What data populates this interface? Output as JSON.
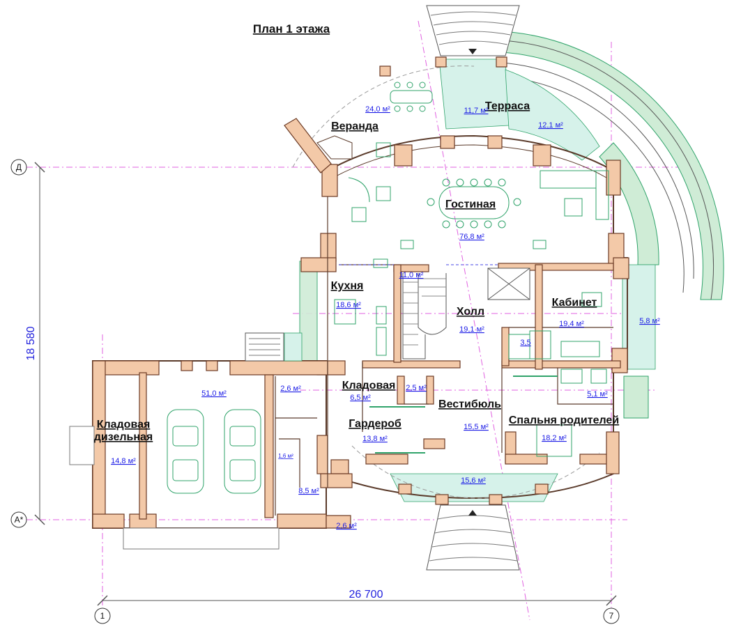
{
  "title": "План 1 этажа",
  "rooms": {
    "veranda": {
      "name": "Веранда",
      "area": "24,0 м²"
    },
    "terrace": {
      "name": "Терраса",
      "area_left": "11,7 м²",
      "area_right": "12,1 м²"
    },
    "living": {
      "name": "Гостиная",
      "area": "76,8 м²"
    },
    "kitchen": {
      "name": "Кухня",
      "area": "18,6 м²"
    },
    "hall": {
      "name": "Холл",
      "area": "19,1 м²",
      "stair_area": "11,0 м²"
    },
    "cabinet": {
      "name": "Кабинет",
      "area": "19,4 м²"
    },
    "storage": {
      "name": "Кладовая",
      "area": "6,5 м²"
    },
    "vestibule": {
      "name": "Вестибюль",
      "area": "15,5 м²"
    },
    "wardrobe": {
      "name": "Гардероб",
      "area": "13,8 м²"
    },
    "bedroom": {
      "name": "Спальня родителей",
      "area": "18,2 м²"
    },
    "diesel": {
      "name_line1": "Кладовая",
      "name_line2": "дизельная",
      "area": "14,8 м²"
    },
    "garage": {
      "area": "51,0 м²"
    },
    "porch": {
      "area": "15,6 м²"
    },
    "small_areas": {
      "wc_garage": "2,6 м²",
      "wc_storage": "2,5 м²",
      "shower_cab": "3,5",
      "bath_bed": "5,1 м²",
      "balcony_right": "5,8 м²",
      "boiler": "8,5 м²",
      "pantry_small": "1,6 м²",
      "entry_small": "2,6 м²"
    }
  },
  "dimensions": {
    "vertical": "18 580",
    "horizontal": "26 700"
  },
  "axes": {
    "top": "Д",
    "bottom": "А*",
    "left": "1",
    "right": "7"
  }
}
